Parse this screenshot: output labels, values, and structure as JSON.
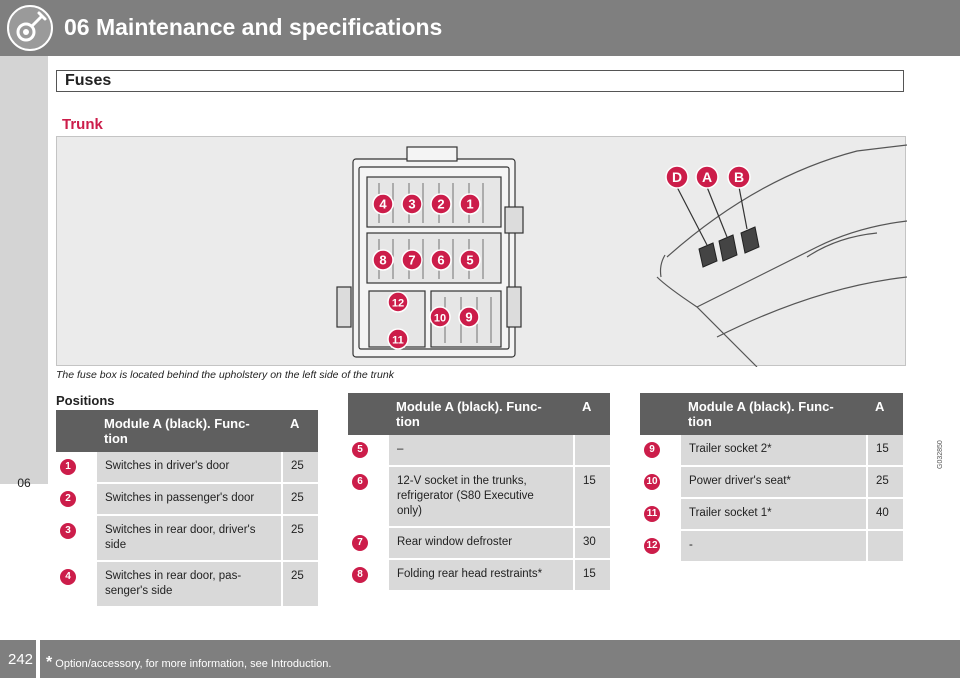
{
  "header": {
    "title": "06 Maintenance and specifications"
  },
  "side_tab": {
    "label": "06"
  },
  "section": {
    "title": "Fuses"
  },
  "subsection": {
    "title": "Trunk"
  },
  "figure": {
    "fuse_labels": [
      "4",
      "3",
      "2",
      "1",
      "8",
      "7",
      "6",
      "5",
      "12",
      "10",
      "9",
      "11"
    ],
    "module_labels": [
      "D",
      "A",
      "B"
    ],
    "code": "G032850",
    "caption": "The fuse box is located behind the upholstery on the left side of the trunk",
    "accent_color": "#cc1d4a"
  },
  "positions_label": "Positions",
  "tables": [
    {
      "col_function": "Module A (black). Func-\ntion",
      "col_amp": "A",
      "rows": [
        {
          "num": "1",
          "desc": "Switches in driver's door",
          "amp": "25"
        },
        {
          "num": "2",
          "desc": "Switches in passenger's door",
          "amp": "25"
        },
        {
          "num": "3",
          "desc": "Switches in rear door, driver's\nside",
          "amp": "25"
        },
        {
          "num": "4",
          "desc": "Switches in rear door, pas-\nsenger's side",
          "amp": "25"
        }
      ]
    },
    {
      "col_function": "Module A (black). Func-\ntion",
      "col_amp": "A",
      "rows": [
        {
          "num": "5",
          "desc": "–",
          "amp": ""
        },
        {
          "num": "6",
          "desc": "12-V socket in the trunks,\nrefrigerator (S80 Executive\nonly)",
          "amp": "15"
        },
        {
          "num": "7",
          "desc": "Rear window defroster",
          "amp": "30"
        },
        {
          "num": "8",
          "desc": "Folding rear head restraints*",
          "amp": "15"
        }
      ]
    },
    {
      "col_function": "Module A (black). Func-\ntion",
      "col_amp": "A",
      "rows": [
        {
          "num": "9",
          "desc": "Trailer socket 2*",
          "amp": "15"
        },
        {
          "num": "10",
          "desc": "Power driver's seat*",
          "amp": "25"
        },
        {
          "num": "11",
          "desc": "Trailer socket 1*",
          "amp": "40"
        },
        {
          "num": "12",
          "desc": "-",
          "amp": ""
        }
      ]
    }
  ],
  "footer": {
    "page_number": "242",
    "star": "*",
    "note": "Option/accessory, for more information, see Introduction."
  }
}
